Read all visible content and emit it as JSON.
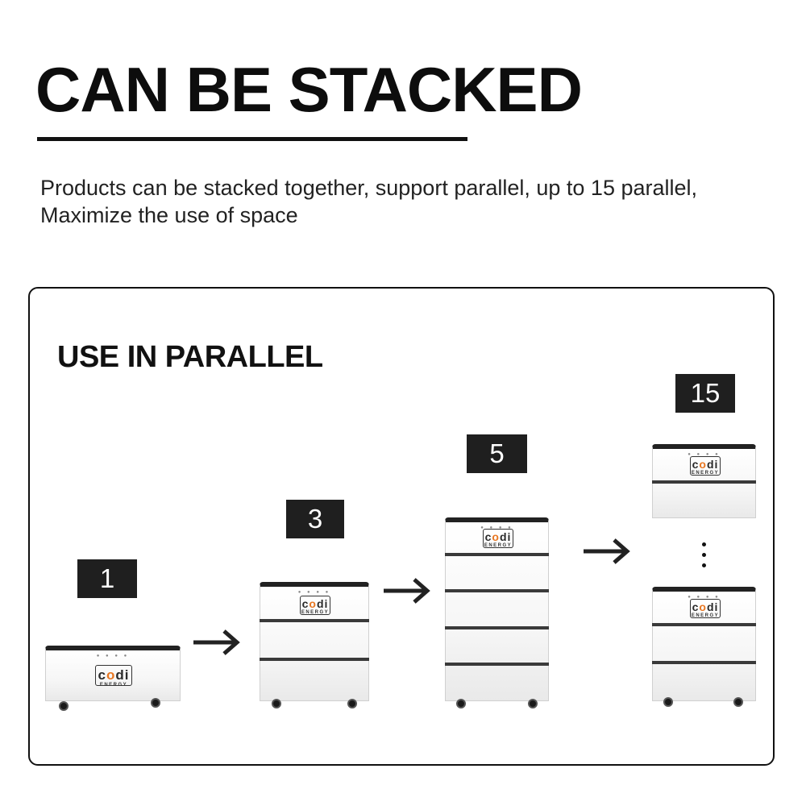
{
  "header": {
    "title": "CAN BE STACKED",
    "description_line1": "Products can be stacked together, support parallel, up to 15 parallel,",
    "description_line2": "Maximize the use of space"
  },
  "panel": {
    "title": "USE IN PARALLEL",
    "stages": [
      {
        "label": "1"
      },
      {
        "label": "3"
      },
      {
        "label": "5"
      },
      {
        "label": "15"
      }
    ]
  },
  "logo": {
    "brand_pre": "c",
    "brand_o": "o",
    "brand_post": "di",
    "sub": "ENERGY"
  },
  "colors": {
    "accent": "#e87722",
    "badge": "#1f1f1f",
    "text": "#111111"
  },
  "icons": {
    "arrow": "arrow-right-icon",
    "ellipsis": "vertical-ellipsis-icon"
  }
}
